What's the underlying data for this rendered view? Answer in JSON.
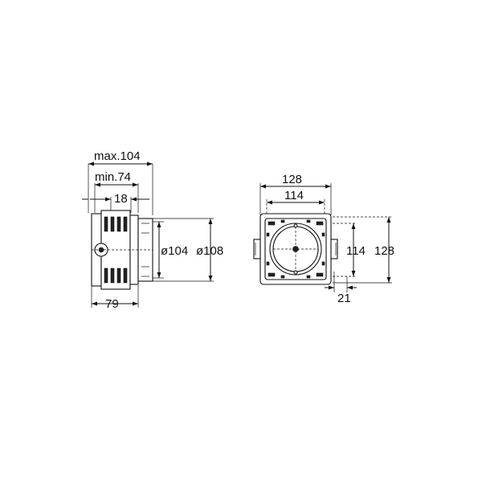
{
  "side_view": {
    "dim_max": "max.104",
    "dim_min": "min.74",
    "dim_18": "18",
    "dim_79": "79",
    "dim_d104": "ø104",
    "dim_d108": "ø108"
  },
  "front_view": {
    "dim_width_outer": "128",
    "dim_width_inner": "114",
    "dim_height_inner": "114",
    "dim_height_outer": "128",
    "dim_offset": "21"
  },
  "colors": {
    "line": "#111111",
    "background": "#ffffff"
  }
}
